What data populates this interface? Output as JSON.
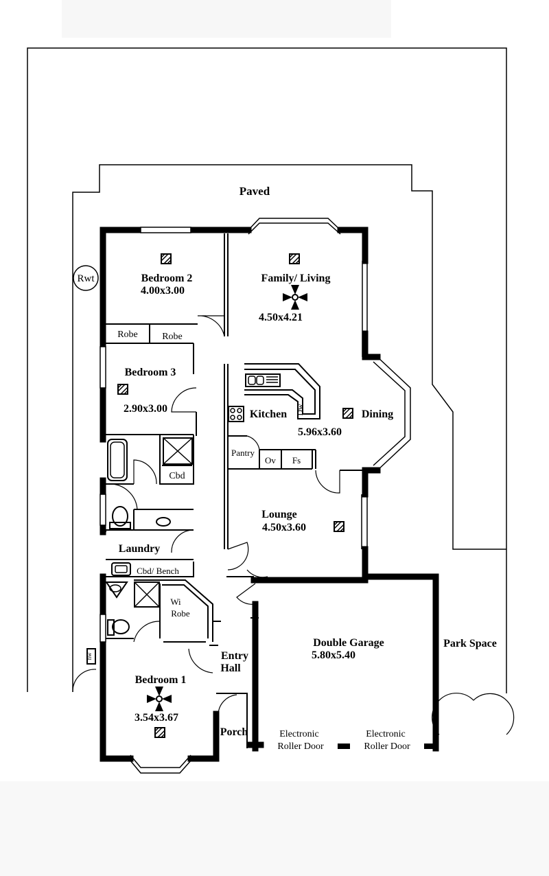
{
  "labels": {
    "paved": "Paved",
    "rwt": "Rwt",
    "hw": "hw",
    "bedroom2": "Bedroom 2",
    "bedroom2_size": "4.00x3.00",
    "family": "Family/ Living",
    "family_size": "4.50x4.21",
    "robe1": "Robe",
    "robe2": "Robe",
    "bedroom3": "Bedroom 3",
    "bedroom3_size": "2.90x3.00",
    "kitchen": "Kitchen",
    "dw": "Dw",
    "dining": "Dining",
    "kitchen_dining_size": "5.96x3.60",
    "pantry": "Pantry",
    "ov": "Ov",
    "fs": "Fs",
    "cbd": "Cbd",
    "lounge": "Lounge",
    "lounge_size": "4.50x3.60",
    "laundry": "Laundry",
    "cbd_bench": "Cbd/ Bench",
    "wi": "Wi",
    "wi_robe": "Robe",
    "entry1": "Entry",
    "entry2": "Hall",
    "double_garage": "Double Garage",
    "garage_size": "5.80x5.40",
    "park_space": "Park Space",
    "bedroom1": "Bedroom 1",
    "bedroom1_size": "3.54x3.67",
    "porch": "Porch",
    "roller1_a": "Electronic",
    "roller1_b": "Roller Door",
    "roller2_a": "Electronic",
    "roller2_b": "Roller Door"
  }
}
